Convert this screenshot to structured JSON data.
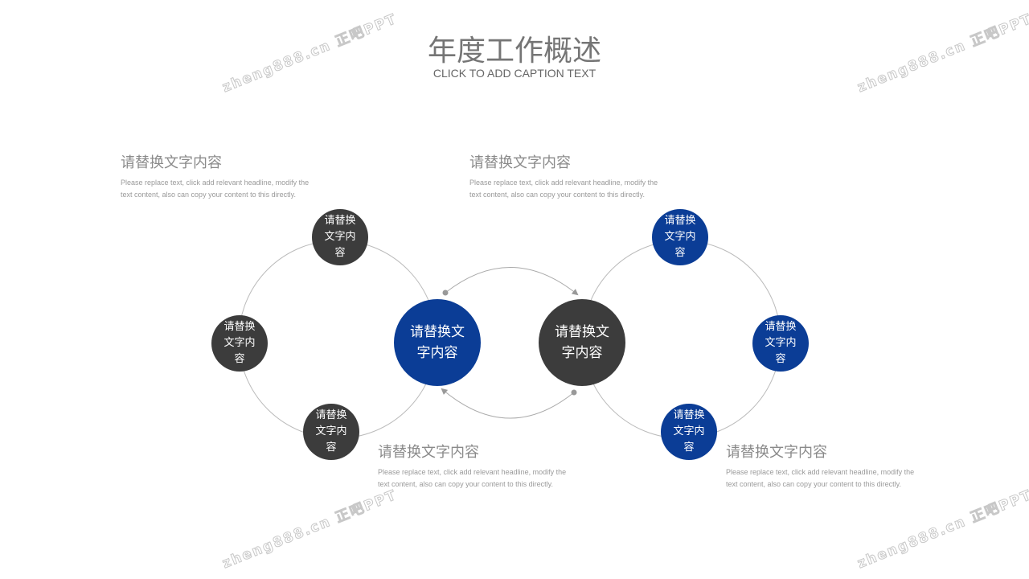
{
  "header": {
    "title": "年度工作概述",
    "caption": "CLICK TO ADD CAPTION TEXT"
  },
  "watermark": "zheng888.cn 正吧PPT",
  "colors": {
    "blue": "#0b3d96",
    "dark": "#3c3c3c"
  },
  "center_nodes": [
    {
      "label": "请替换文字内容"
    },
    {
      "label": "请替换文字内容"
    }
  ],
  "left_nodes": [
    {
      "label": "请替换文字内容"
    },
    {
      "label": "请替换文字内容"
    },
    {
      "label": "请替换文字内容"
    }
  ],
  "right_nodes": [
    {
      "label": "请替换文字内容"
    },
    {
      "label": "请替换文字内容"
    },
    {
      "label": "请替换文字内容"
    }
  ],
  "text_blocks": [
    {
      "heading": "请替换文字内容",
      "body": "Please replace text, click add relevant headline, modify the text content, also can copy your content to this directly."
    },
    {
      "heading": "请替换文字内容",
      "body": "Please replace text, click add relevant headline, modify the text content, also can copy your content to this directly."
    },
    {
      "heading": "请替换文字内容",
      "body": "Please replace text, click add relevant headline, modify the text content, also can copy your content to this directly."
    },
    {
      "heading": "请替换文字内容",
      "body": "Please replace text, click add relevant headline, modify the text content, also can copy your content to this directly."
    }
  ]
}
